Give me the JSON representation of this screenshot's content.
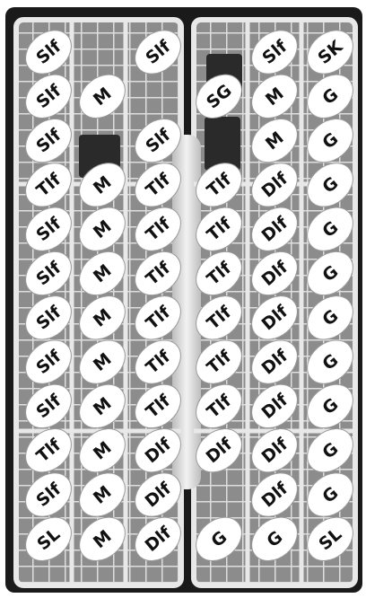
{
  "labels": [
    [
      "Slf",
      "",
      "Slf",
      "",
      "Slf",
      "SK"
    ],
    [
      "Slf",
      "M",
      "",
      "SG",
      "M",
      "G"
    ],
    [
      "Slf",
      "",
      "Slf",
      "",
      "M",
      "G"
    ],
    [
      "Tlf",
      "M",
      "Tlf",
      "Tlf",
      "Dlf",
      "G"
    ],
    [
      "Slf",
      "M",
      "Tlf",
      "Tlf",
      "Dlf",
      "G"
    ],
    [
      "Slf",
      "M",
      "Tlf",
      "Tlf",
      "Dlf",
      "G"
    ],
    [
      "Slf",
      "M",
      "Tlf",
      "Tlf",
      "Dlf",
      "G"
    ],
    [
      "Slf",
      "M",
      "Tlf",
      "Tlf",
      "Dlf",
      "G"
    ],
    [
      "Slf",
      "M",
      "Tlf",
      "Tlf",
      "Dlf",
      "G"
    ],
    [
      "Tlf",
      "M",
      "Dlf",
      "Dlf",
      "Dlf",
      "G"
    ],
    [
      "Slf",
      "M",
      "Dlf",
      "",
      "Dlf",
      "G"
    ],
    [
      "SL",
      "M",
      "Dlf",
      "G",
      "G",
      "SL"
    ]
  ],
  "colors": {
    "background": "#ffffff",
    "rack_frame": "#1a1a1a",
    "rack_interior": "#8c8c8c",
    "rack_wire": "#e4e4e4",
    "center_channel": "#d6d6d6",
    "tag_fill": "#ffffff",
    "tag_text": "#111111"
  }
}
